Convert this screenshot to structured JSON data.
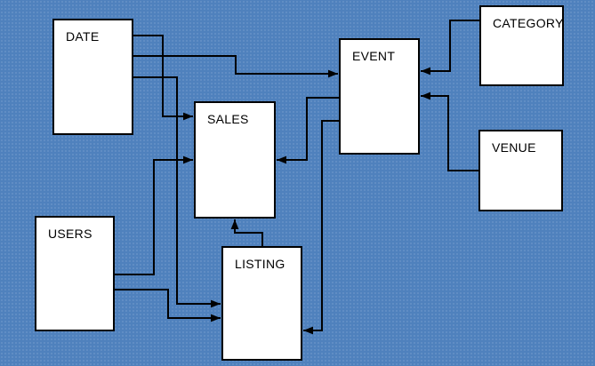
{
  "diagram": {
    "title": "database schema relationship diagram",
    "colors": {
      "background": "#4f81bd",
      "node_fill": "#ffffff",
      "node_border": "#000000",
      "edge": "#000000",
      "label_text": "#000000"
    },
    "nodes": [
      {
        "id": "date",
        "label": "DATE"
      },
      {
        "id": "sales",
        "label": "SALES"
      },
      {
        "id": "users",
        "label": "USERS"
      },
      {
        "id": "listing",
        "label": "LISTING"
      },
      {
        "id": "event",
        "label": "EVENT"
      },
      {
        "id": "category",
        "label": "CATEGORY"
      },
      {
        "id": "venue",
        "label": "VENUE"
      }
    ],
    "edges": [
      {
        "from": "date",
        "to": "sales"
      },
      {
        "from": "date",
        "to": "event"
      },
      {
        "from": "date",
        "to": "listing"
      },
      {
        "from": "users",
        "to": "sales"
      },
      {
        "from": "users",
        "to": "listing"
      },
      {
        "from": "event",
        "to": "sales"
      },
      {
        "from": "event",
        "to": "listing"
      },
      {
        "from": "listing",
        "to": "sales"
      },
      {
        "from": "category",
        "to": "event"
      },
      {
        "from": "venue",
        "to": "event"
      }
    ]
  }
}
